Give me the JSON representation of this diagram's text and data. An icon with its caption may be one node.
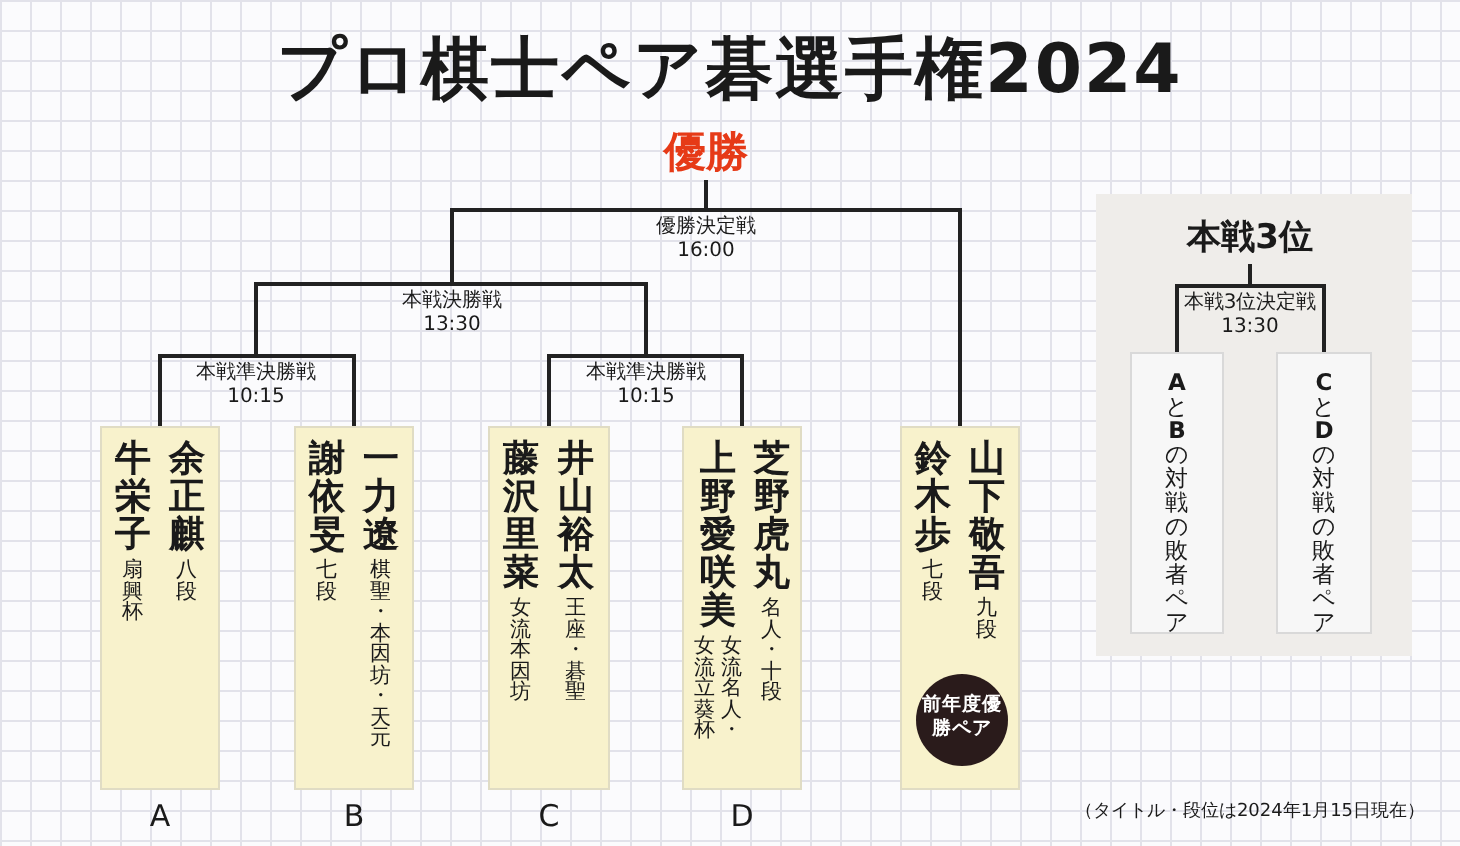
{
  "diagram": {
    "title": "プロ棋士ペア碁選手権2024",
    "nodes": [
      {
        "text": [
          "優勝"
        ]
      },
      {
        "text": [
          "優勝決定戦",
          "16:00"
        ]
      },
      {
        "text": [
          "本戦決勝戦",
          "13:30"
        ]
      },
      {
        "text": [
          "本戦準決勝戦",
          "10:15"
        ]
      },
      {
        "text": [
          "本戦準決勝戦",
          "10:15"
        ]
      },
      {
        "text": [
          "余正麒",
          "八段",
          "牛栄子",
          "扇興杯"
        ],
        "beside": [
          "A"
        ]
      },
      {
        "text": [
          "一力遼",
          "棋聖・本因坊・天元",
          "謝依旻",
          "七段"
        ],
        "beside": [
          "B"
        ]
      },
      {
        "text": [
          "井山裕太",
          "王座・碁聖",
          "藤沢里菜",
          "女流本因坊"
        ],
        "beside": [
          "C"
        ]
      },
      {
        "text": [
          "芝野虎丸",
          "名人・十段",
          "上野愛咲美",
          "女流名人・女流立葵杯"
        ],
        "beside": [
          "D"
        ]
      },
      {
        "text": [
          "山下敬吾",
          "九段",
          "鈴木歩",
          "七段"
        ]
      },
      {
        "text": [
          "前年度優勝ペア"
        ],
        "in": 9
      },
      {
        "text": [],
        "shape": "box"
      },
      {
        "text": [
          "本戦3位"
        ],
        "in": 11
      },
      {
        "text": [
          "本戦3位決定戦",
          "13:30"
        ],
        "in": 11
      },
      {
        "text": [
          "**A**と**B**の対戦の敗者ペア"
        ],
        "in": 11
      },
      {
        "text": [
          "**C**と**D**の対戦の敗者ペア"
        ],
        "in": 11
      }
    ],
    "edges": [
      {
        "from": 5,
        "to": 3,
        "arrow": "none"
      },
      {
        "from": 6,
        "to": 3,
        "arrow": "none"
      },
      {
        "from": 7,
        "to": 4,
        "arrow": "none"
      },
      {
        "from": 8,
        "to": 4,
        "arrow": "none"
      },
      {
        "from": 3,
        "to": 2,
        "arrow": "none"
      },
      {
        "from": 4,
        "to": 2,
        "arrow": "none"
      },
      {
        "from": 2,
        "to": 1,
        "arrow": "none"
      },
      {
        "from": 9,
        "to": 1,
        "arrow": "none"
      },
      {
        "from": 1,
        "to": 0,
        "arrow": "none"
      },
      {
        "from": 14,
        "to": 13,
        "arrow": "none"
      },
      {
        "from": 15,
        "to": 13,
        "arrow": "none"
      },
      {
        "from": 13,
        "to": 12,
        "arrow": "none"
      }
    ],
    "labels": [
      "（タイトル・段位は2024年1月15日現在）"
    ]
  }
}
